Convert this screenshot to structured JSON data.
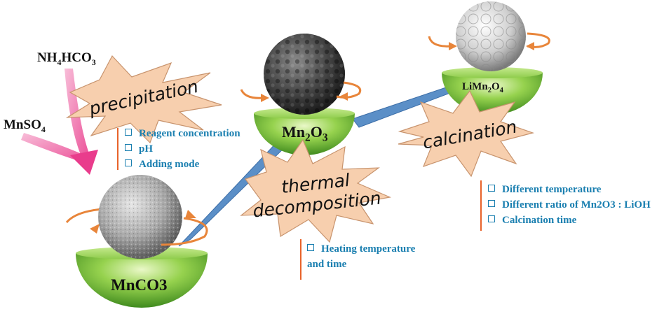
{
  "reagents": {
    "nh4hco3": {
      "a": "NH",
      "b": "4",
      "c": "HCO",
      "d": "3"
    },
    "mnso4": {
      "a": "MnSO",
      "b": "4"
    }
  },
  "steps": {
    "precipitation": "precipitation",
    "thermal_1": "thermal",
    "thermal_2": "decomposition",
    "calcination": "calcination"
  },
  "materials": {
    "mnco3": "MnCO3",
    "mn2o3": {
      "a": "Mn",
      "b": "2",
      "c": "O",
      "d": "3"
    },
    "limn2o4": {
      "a": "LiMn",
      "b": "2",
      "c": "O",
      "d": "4"
    }
  },
  "lists": {
    "precipitation": [
      "Reagent concentration",
      "pH",
      "Adding mode"
    ],
    "thermal": [
      "Heating temperature",
      "and time"
    ],
    "calcination": [
      "Different temperature",
      "Different ratio of Mn2O3 : LiOH",
      "Calcination time"
    ]
  },
  "colors": {
    "arrow_pink": "#e93c8c",
    "burst_fill": "#f7cfae",
    "bowl_green": "#7cc53f",
    "list_blue": "#1a7fb0",
    "list_bar": "#e8632a",
    "rotate_arrow": "#e8853a",
    "ramp_blue": "#5b8fc7"
  }
}
